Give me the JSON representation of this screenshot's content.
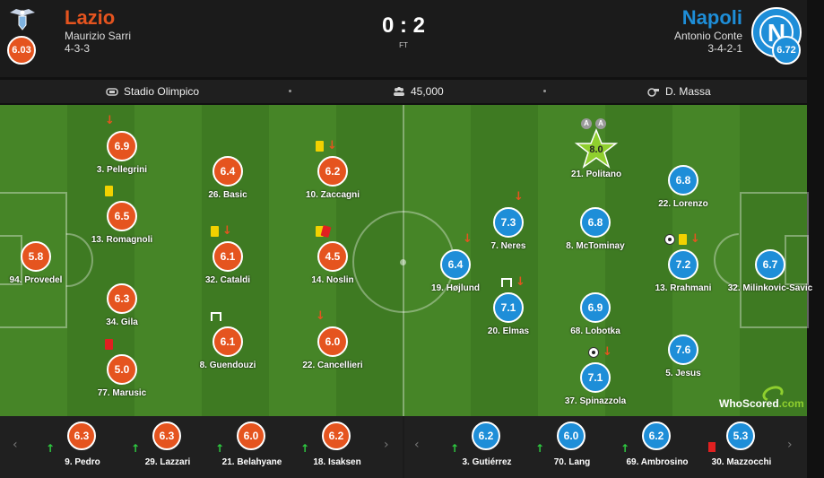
{
  "header": {
    "home": {
      "name": "Lazio",
      "manager": "Maurizio Sarri",
      "formation": "4-3-3",
      "rating": "6.03"
    },
    "away": {
      "name": "Napoli",
      "manager": "Antonio Conte",
      "formation": "3-4-2-1",
      "rating": "6.72",
      "crest_letter": "N"
    },
    "score": "0 : 2",
    "status": "FT"
  },
  "info": {
    "stadium": "Stadio Olimpico",
    "attendance": "45,000",
    "referee": "D. Massa"
  },
  "colors": {
    "home": "#e5541f",
    "away": "#1e8ed8",
    "pitch": "#3e7a22",
    "pitch_stripe": "#468527",
    "motm": "#8fcf2e"
  },
  "players": {
    "home": [
      {
        "rating": "6.9",
        "label": "3. Pellegrini"
      },
      {
        "rating": "6.5",
        "label": "13. Romagnoli"
      },
      {
        "rating": "5.8",
        "label": "94. Provedel"
      },
      {
        "rating": "6.3",
        "label": "34. Gila"
      },
      {
        "rating": "5.0",
        "label": "77. Marusic"
      },
      {
        "rating": "6.4",
        "label": "26. Basic"
      },
      {
        "rating": "6.1",
        "label": "32. Cataldi"
      },
      {
        "rating": "6.1",
        "label": "8. Guendouzi"
      },
      {
        "rating": "6.2",
        "label": "10. Zaccagni"
      },
      {
        "rating": "4.5",
        "label": "14. Noslin"
      },
      {
        "rating": "6.0",
        "label": "22. Cancellieri"
      }
    ],
    "away": [
      {
        "rating": "8.0",
        "label": "21. Politano"
      },
      {
        "rating": "6.8",
        "label": "22. Lorenzo"
      },
      {
        "rating": "7.3",
        "label": "7. Neres"
      },
      {
        "rating": "6.8",
        "label": "8. McTominay"
      },
      {
        "rating": "6.4",
        "label": "19. Højlund"
      },
      {
        "rating": "7.2",
        "label": "13. Rrahmani"
      },
      {
        "rating": "6.7",
        "label": "32. Milinkovic-Savic"
      },
      {
        "rating": "7.1",
        "label": "20. Elmas"
      },
      {
        "rating": "6.9",
        "label": "68. Lobotka"
      },
      {
        "rating": "7.1",
        "label": "37. Spinazzola"
      },
      {
        "rating": "7.6",
        "label": "5. Jesus"
      }
    ]
  },
  "assist_letter": "A",
  "watermark": {
    "text_a": "WhoScored",
    "text_b": ".com"
  },
  "subs": {
    "home": [
      {
        "rating": "6.3",
        "label": "9. Pedro"
      },
      {
        "rating": "6.3",
        "label": "29. Lazzari"
      },
      {
        "rating": "6.0",
        "label": "21. Belahyane"
      },
      {
        "rating": "6.2",
        "label": "18. Isaksen"
      }
    ],
    "away": [
      {
        "rating": "6.2",
        "label": "3. Gutiérrez"
      },
      {
        "rating": "6.0",
        "label": "70. Lang"
      },
      {
        "rating": "6.2",
        "label": "69. Ambrosino"
      },
      {
        "rating": "5.3",
        "label": "30. Mazzocchi"
      }
    ]
  },
  "icons": {
    "sub_out": "red-down-arrow-icon",
    "sub_in": "green-up-arrow-icon",
    "prev": "chevron-left-icon",
    "next": "chevron-right-icon"
  }
}
